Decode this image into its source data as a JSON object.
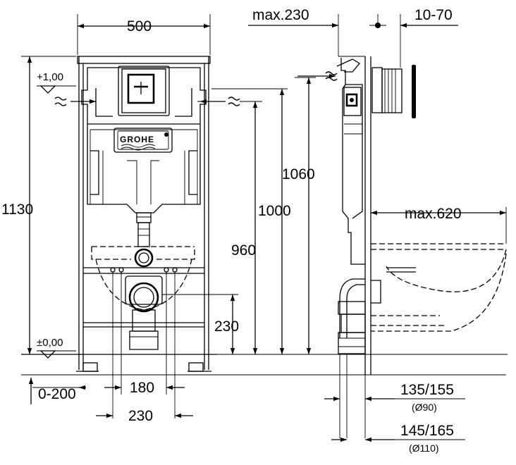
{
  "brand": {
    "logo_text": "GROHE"
  },
  "dimensions": {
    "width_500": "500",
    "max_230": "max.230",
    "range_10_70": "10-70",
    "height_1130": "1130",
    "height_1060": "1060",
    "height_1000": "1000",
    "height_960": "960",
    "height_230": "230",
    "max_620": "max.620",
    "range_0_200": "0-200",
    "spacing_180": "180",
    "spacing_230": "230",
    "pipe_135_155": "135/155",
    "pipe_d90": "(Ø90)",
    "pipe_145_165": "145/165",
    "pipe_d110": "(Ø110)"
  },
  "levels": {
    "plus_1": "+1,00",
    "zero": "±0,00"
  }
}
